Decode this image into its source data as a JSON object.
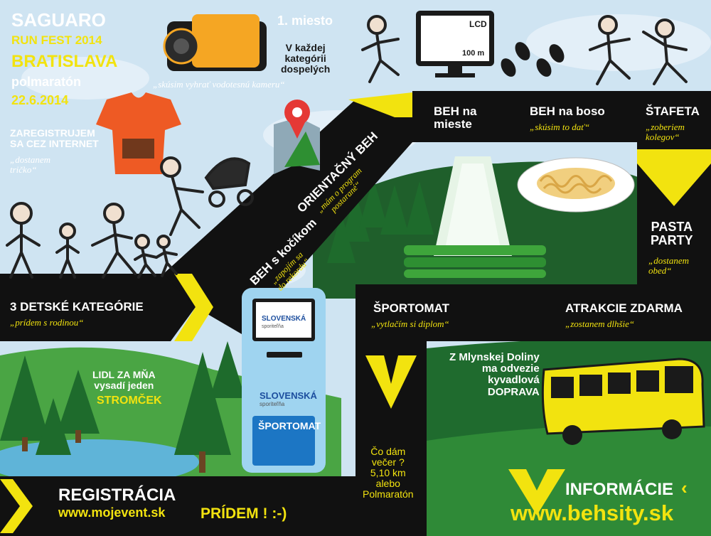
{
  "colors": {
    "sky": "#cfe4f2",
    "road": "#111111",
    "accent_yellow": "#f2e30f",
    "hill_green": "#1f6b2e",
    "grass_green": "#3f9a3a",
    "shirt_orange": "#ee5a24",
    "camera_orange": "#f5a623"
  },
  "event": {
    "title_line1": "SAGUARO",
    "title_line2": "RUN FEST 2014",
    "city": "BRATISLAVA",
    "type": "polmaratón",
    "date": "22.6.2014"
  },
  "register": {
    "heading": "ZAREGISTRUJEM\nSA CEZ INTERNET",
    "quote": "„dostanem\ntričko“"
  },
  "prize": {
    "heading": "1. miesto",
    "subheading": "V každej\nkategórii\ndospelých",
    "quote": "„skúsim vyhrať vodotesnú kameru“"
  },
  "lcd": {
    "label": "LCD",
    "distance": "100 m"
  },
  "kids": {
    "heading": "3 DETSKÉ KATEGÓRIE",
    "quote": "„prídem  s rodinou“"
  },
  "stroller": {
    "heading": "BEH s kočíkom",
    "quote": "„zapojím sa\ndo rekordu“"
  },
  "orienteering": {
    "heading": "ORIENTAČNÝ BEH",
    "quote": "„mám o program\npostarané“"
  },
  "run_place": {
    "heading": "BEH na\nmieste"
  },
  "barefoot": {
    "heading": "BEH na boso",
    "quote": "„skúsim to dať“"
  },
  "relay": {
    "heading": "ŠTAFETA",
    "quote": "„zoberiem\nkolegov“"
  },
  "pasta": {
    "heading": "PASTA\nPARTY",
    "quote": "„dostanem\nobed“"
  },
  "sportomat": {
    "heading": "ŠPORTOMAT",
    "quote": "„vytlačím si diplom“",
    "bank_name": "SLOVENSKÁ",
    "bank_sub": "sporiteľňa",
    "machine_label": "ŠPORTOMAT"
  },
  "attractions": {
    "heading": "ATRAKCIE ZDARMA",
    "quote": "„zostanem dlhšie“"
  },
  "lidl": {
    "line1": "LIDL ZA MŇA\nvysadí jeden",
    "line2": "STROMČEK"
  },
  "bus": {
    "text": "Z Mlynskej Doliny\nma odvezie\nkyvadlová\nDOPRAVA"
  },
  "evening": {
    "text": "Čo dám\nvečer  ?\n5,10 km\nalebo\nPolmaratón"
  },
  "registration": {
    "heading": "REGISTRÁCIA",
    "url": "www.mojevent.sk"
  },
  "slogan": "PRÍDEM ! :-)",
  "info": {
    "heading": "INFORMÁCIE",
    "url": "www.behsity.sk"
  }
}
